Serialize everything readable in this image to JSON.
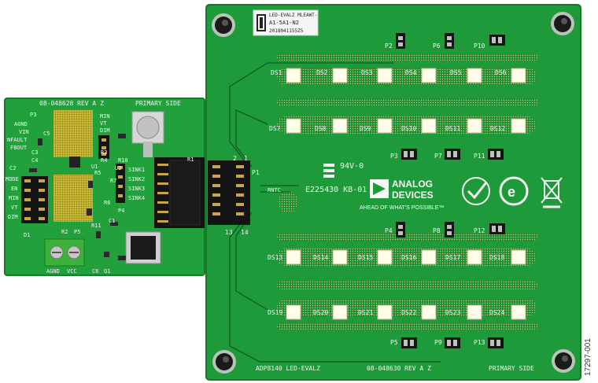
{
  "colors": {
    "pcb_green": "#1f9a3a",
    "pcb_edge": "#167a2c",
    "copper_gold": "#c8a24a",
    "led_white": "#fffde8",
    "connector_black": "#141414"
  },
  "label_board": {
    "line1": "LED-EVALZ MLEAWT-",
    "line2": "A1-5A1-N2",
    "line3": "2018041155Z5"
  },
  "main_board": {
    "ul_mark": "94V-0",
    "e_number": "E225430 KB-01",
    "rntc": "RNTC",
    "p1": "P1",
    "connector_pins": [
      "2",
      "1",
      "13",
      "14"
    ],
    "bottom_left": "ADP8140 LED-EVALZ",
    "bottom_center": "08-048630 REV A Z",
    "bottom_right": "PRIMARY SIDE",
    "led_labels": [
      "DS1",
      "DS2",
      "DS3",
      "DS4",
      "DS5",
      "DS6",
      "DS7",
      "DS8",
      "DS9",
      "DS10",
      "DS11",
      "DS12",
      "DS13",
      "DS14",
      "DS15",
      "DS16",
      "DS17",
      "DS18",
      "DS19",
      "DS20",
      "DS21",
      "DS22",
      "DS23",
      "DS24"
    ],
    "jumper_labels": [
      "P2",
      "P6",
      "P10",
      "P3",
      "P7",
      "P11",
      "P4",
      "P8",
      "P12",
      "P5",
      "P9",
      "P13"
    ]
  },
  "brand": {
    "name_line1": "ANALOG",
    "name_line2": "DEVICES",
    "tagline": "AHEAD OF WHAT'S POSSIBLE™"
  },
  "small_board": {
    "title_left": "08-048628 REV A Z",
    "title_right": "PRIMARY SIDE",
    "pin_labels_left": [
      "AGND",
      "VIN",
      "NFAULT",
      "FBOUT"
    ],
    "pin_labels_mid": [
      "MIN",
      "VT",
      "DIM"
    ],
    "sink_labels": [
      "SINK1",
      "SINK2",
      "SINK3",
      "SINK4"
    ],
    "lower_left_labels": [
      "MODE",
      "EN",
      "MIN",
      "VT",
      "DIM"
    ],
    "part_labels": [
      "P3",
      "C5",
      "C2",
      "R1",
      "U1",
      "R3",
      "R4",
      "R10",
      "R6",
      "R2",
      "P5",
      "R11",
      "C1",
      "C6",
      "Q1",
      "C3",
      "C4",
      "D1",
      "R5",
      "R7",
      "P4",
      "U2"
    ],
    "terminal_labels": [
      "AGND",
      "VCC"
    ]
  },
  "figure_number": "17297-001"
}
